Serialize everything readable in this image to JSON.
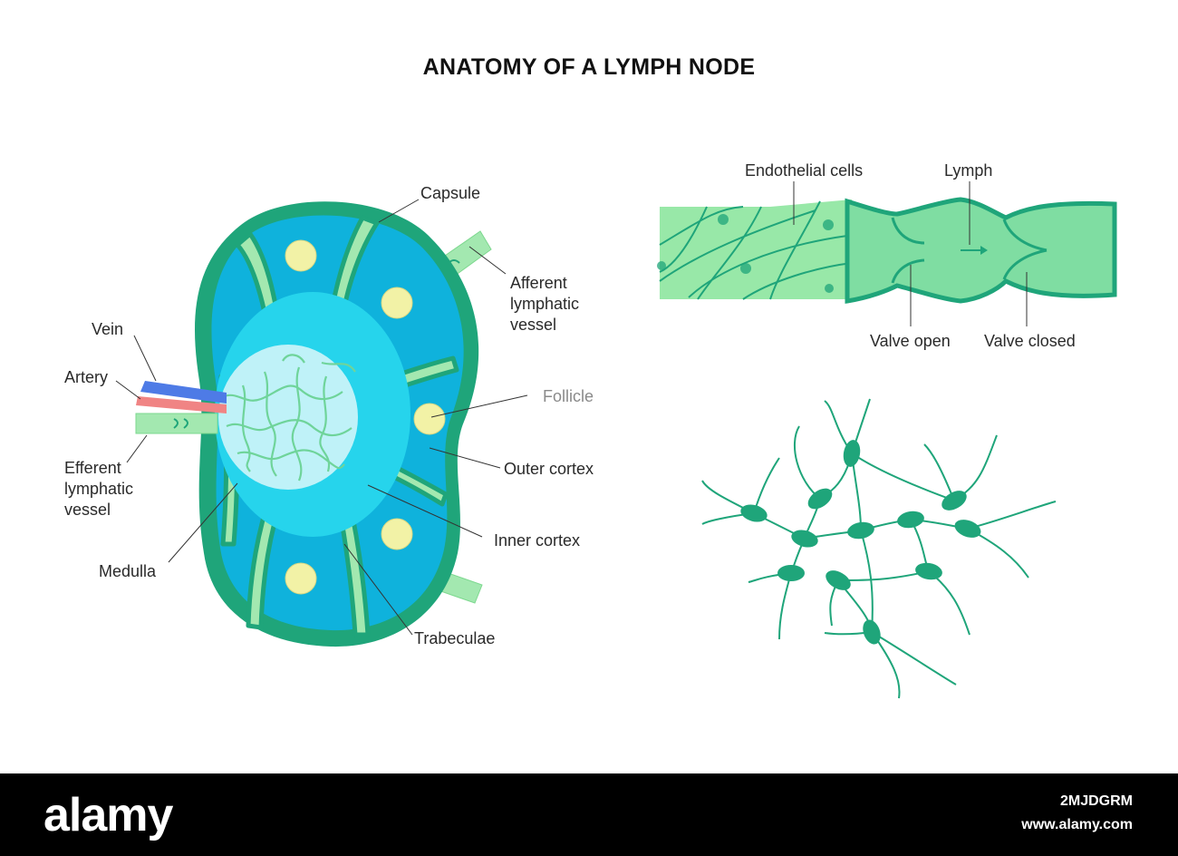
{
  "title": "ANATOMY OF A LYMPH NODE",
  "node_labels": {
    "capsule": "Capsule",
    "afferent": [
      "Afferent",
      "lymphatic",
      "vessel"
    ],
    "vein": "Vein",
    "artery": "Artery",
    "follicle": "Follicle",
    "efferent": [
      "Efferent",
      "lymphatic",
      "vessel"
    ],
    "outer_cortex": "Outer cortex",
    "inner_cortex": "Inner cortex",
    "medulla": "Medulla",
    "trabeculae": "Trabeculae"
  },
  "vessel_labels": {
    "endothelial": "Endothelial cells",
    "lymph": "Lymph",
    "valve_open": "Valve open",
    "valve_closed": "Valve closed"
  },
  "colors": {
    "capsule": "#1fa57a",
    "trabecula": "#a3e8b0",
    "cortex": "#0fb2dc",
    "inner_cortex": "#26d4ec",
    "medulla": "#bff2f8",
    "follicle": "#f2f2a6",
    "vein": "#4e7be6",
    "artery": "#f08484",
    "vessel_light": "#98e8a8",
    "vessel_mid": "#7fdda2",
    "cell": "#1fa57a"
  },
  "footer": {
    "logo": "alamy",
    "image_id": "2MJDGRM",
    "url": "www.alamy.com"
  }
}
